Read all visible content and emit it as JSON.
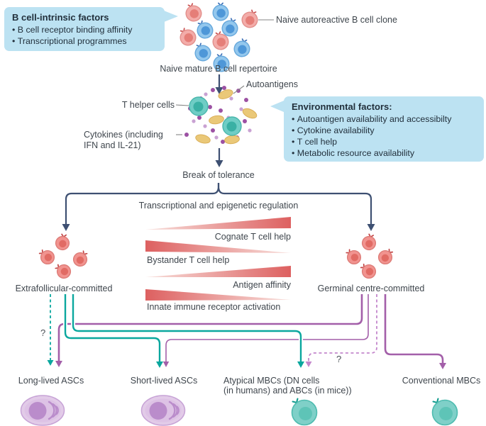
{
  "intrinsic_box": {
    "title": "B cell-intrinsic factors",
    "bullets": [
      "B cell receptor binding affinity",
      "Transcriptional programmes"
    ]
  },
  "env_box": {
    "title": "Environmental factors:",
    "bullets": [
      "Autoantigen availability and accessibilty",
      "Cytokine availability",
      "T cell help",
      "Metabolic resource availability"
    ]
  },
  "labels": {
    "naive_clone": "Naive autoreactive B cell clone",
    "repertoire": "Naive mature B cell repertoire",
    "autoantigens": "Autoantigens",
    "t_helper_cells": "T helper cells",
    "cytokines_l1": "Cytokines (including",
    "cytokines_l2": "IFN and IL-21)",
    "break_of_tolerance": "Break of tolerance",
    "transcriptional": "Transcriptional and epigenetic regulation",
    "extrafollicular": "Extrafollicular-committed",
    "germinal": "Germinal centre-committed",
    "q_left": "?",
    "q_right": "?"
  },
  "gradient_bars": [
    {
      "label": "Cognate T cell help",
      "trend": "increases-toward-germinal-centre"
    },
    {
      "label": "Bystander T cell help",
      "trend": "increases-toward-extrafollicular"
    },
    {
      "label": "Antigen affinity",
      "trend": "increases-toward-germinal-centre"
    },
    {
      "label": "Innate immune receptor activation",
      "trend": "increases-toward-extrafollicular"
    }
  ],
  "outcomes": [
    {
      "name": "Long-lived ASCs",
      "cell_type": "plasma-cell"
    },
    {
      "name": "Short-lived ASCs",
      "cell_type": "plasma-cell"
    },
    {
      "name_l1": "Atypical MBCs (DN cells",
      "name_l2": "(in humans) and ABCs (in mice))",
      "cell_type": "memory-b-cell"
    },
    {
      "name": "Conventional MBCs",
      "cell_type": "memory-b-cell"
    }
  ],
  "colors": {
    "callout_bg": "#BCE2F2",
    "navy_arrow": "#3E5072",
    "teal_arrow": "#0AA79E",
    "purple_arrow": "#A35FA9",
    "purple_dashed_arrow": "#C487CC",
    "gradient_red": "#DD6060",
    "blue_cell": "#93C7ED",
    "pink_cell": "#F3ACA9",
    "salmon_cell": "#F1938F",
    "t_helper_cell": "#6FCDC5",
    "autoantigen": "#EAC878",
    "cytokine": "#9C51A3",
    "plasma_cell": "#DDC2E5",
    "memory_cell": "#7FD0C8"
  }
}
